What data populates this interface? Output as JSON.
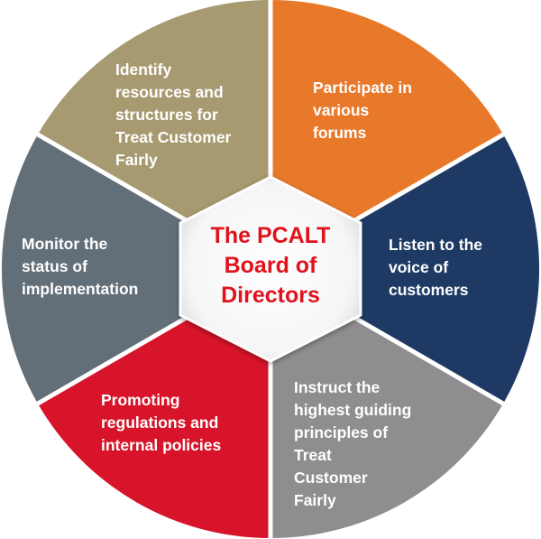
{
  "center": {
    "title_lines": [
      "The PCALT",
      "Board of",
      "Directors"
    ],
    "text_color": "#e0121c",
    "fill_color": "#ffffff"
  },
  "segments": [
    {
      "id": "participate",
      "lines": [
        "Participate in",
        "various",
        "forums"
      ],
      "color": "#e8792a"
    },
    {
      "id": "listen",
      "lines": [
        "Listen to the",
        "voice of",
        "customers"
      ],
      "color": "#1e3a64"
    },
    {
      "id": "instruct",
      "lines": [
        "Instruct the",
        "highest guiding",
        "principles of",
        "Treat",
        "Customer",
        "Fairly"
      ],
      "color": "#8f8d8f"
    },
    {
      "id": "promoting",
      "lines": [
        "Promoting",
        "regulations and",
        "internal policies"
      ],
      "color": "#d71429"
    },
    {
      "id": "monitor",
      "lines": [
        "Monitor the",
        "status of",
        "implementation"
      ],
      "color": "#636f78"
    },
    {
      "id": "identify",
      "lines": [
        "Identify",
        "resources and",
        "structures for",
        "Treat Customer",
        "Fairly"
      ],
      "color": "#a79a70"
    }
  ]
}
